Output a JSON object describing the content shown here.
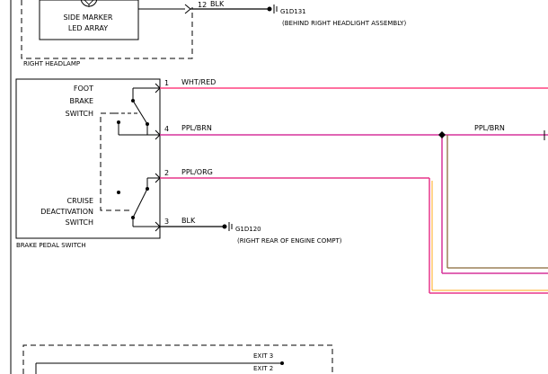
{
  "right_headlamp": {
    "component_label_line1": "SIDE MARKER",
    "component_label_line2": "LED ARRAY",
    "assembly_label": "RIGHT HEADLAMP",
    "pin": "12",
    "wire_color": "BLK",
    "ground_id": "G1D131",
    "ground_location": "(BEHIND RIGHT HEADLIGHT ASSEMBLY)"
  },
  "brake_pedal_switch": {
    "assembly_label": "BRAKE PEDAL SWITCH",
    "foot_switch_line1": "FOOT",
    "foot_switch_line2": "BRAKE",
    "foot_switch_line3": "SWITCH",
    "cruise_switch_line1": "CRUISE",
    "cruise_switch_line2": "DEACTIVATION",
    "cruise_switch_line3": "SWITCH",
    "pins": [
      {
        "pin": "1",
        "wire_color": "WHT/RED",
        "color": "#ff4081"
      },
      {
        "pin": "4",
        "wire_color": "PPL/BRN",
        "color": "#d6339c"
      },
      {
        "pin": "2",
        "wire_color": "PPL/ORG",
        "color": "#e7358a"
      },
      {
        "pin": "3",
        "wire_color": "BLK",
        "color": "#000000"
      }
    ],
    "splice_wire_color": "PPL/BRN",
    "ground_id": "G1D120",
    "ground_location": "(RIGHT REAR OF ENGINE COMPT)"
  },
  "exit_box": {
    "exit3": "EXIT 3",
    "exit2": "EXIT 2"
  }
}
